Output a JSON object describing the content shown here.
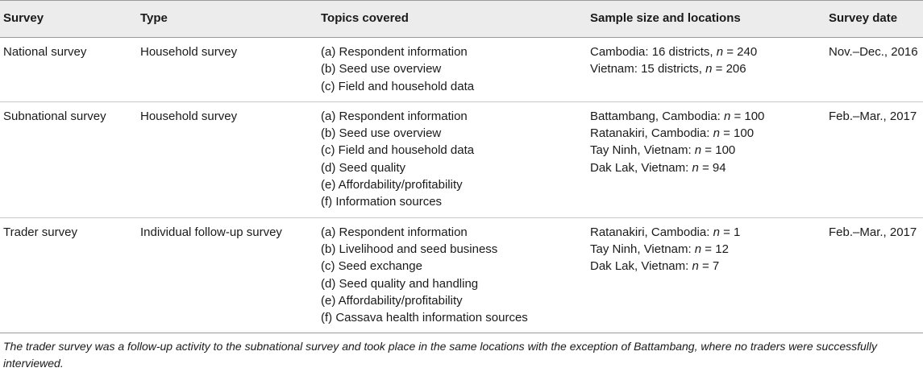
{
  "table": {
    "headers": [
      "Survey",
      "Type",
      "Topics covered",
      "Sample size and locations",
      "Survey date"
    ],
    "rows": [
      {
        "survey": "National survey",
        "type": "Household survey",
        "topics": [
          "(a) Respondent information",
          "(b) Seed use overview",
          "(c) Field and household data"
        ],
        "samples": [
          {
            "prefix": "Cambodia: 16 districts, ",
            "n": "n",
            "suffix": " = 240"
          },
          {
            "prefix": "Vietnam: 15 districts, ",
            "n": "n",
            "suffix": " = 206"
          }
        ],
        "date": "Nov.–Dec., 2016"
      },
      {
        "survey": "Subnational survey",
        "type": "Household survey",
        "topics": [
          "(a) Respondent information",
          "(b) Seed use overview",
          "(c) Field and household data",
          "(d) Seed quality",
          "(e) Affordability/profitability",
          "(f) Information sources"
        ],
        "samples": [
          {
            "prefix": "Battambang, Cambodia: ",
            "n": "n",
            "suffix": " = 100"
          },
          {
            "prefix": "Ratanakiri, Cambodia: ",
            "n": "n",
            "suffix": " = 100"
          },
          {
            "prefix": "Tay Ninh, Vietnam: ",
            "n": "n",
            "suffix": " = 100"
          },
          {
            "prefix": "Dak Lak, Vietnam: ",
            "n": "n",
            "suffix": " = 94"
          }
        ],
        "date": "Feb.–Mar., 2017"
      },
      {
        "survey": "Trader survey",
        "type": "Individual follow-up survey",
        "topics": [
          "(a) Respondent information",
          "(b) Livelihood and seed business",
          "(c) Seed exchange",
          "(d) Seed quality and handling",
          "(e) Affordability/profitability",
          "(f) Cassava health information sources"
        ],
        "samples": [
          {
            "prefix": "Ratanakiri, Cambodia: ",
            "n": "n",
            "suffix": " = 1"
          },
          {
            "prefix": "Tay Ninh, Vietnam: ",
            "n": "n",
            "suffix": " = 12"
          },
          {
            "prefix": "Dak Lak, Vietnam: ",
            "n": "n",
            "suffix": " = 7"
          }
        ],
        "date": "Feb.–Mar., 2017"
      }
    ],
    "footnote": "The trader survey was a follow-up activity to the subnational survey and took place in the same locations with the exception of Battambang, where no traders were successfully interviewed."
  }
}
